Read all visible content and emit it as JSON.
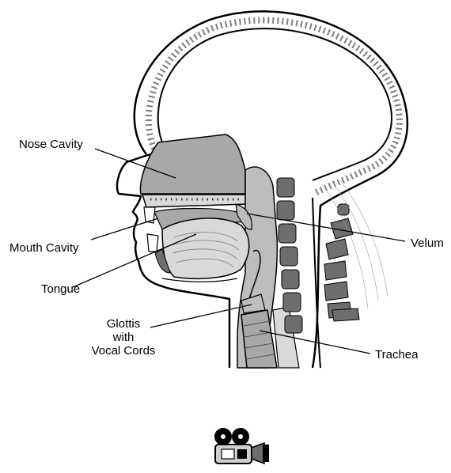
{
  "diagram": {
    "labels": {
      "nose_cavity": "Nose Cavity",
      "mouth_cavity": "Mouth Cavity",
      "tongue": "Tongue",
      "glottis_line1": "Glottis",
      "glottis_line2": "with",
      "glottis_line3": "Vocal Cords",
      "velum": "Velum",
      "trachea": "Trachea"
    },
    "colors": {
      "outline": "#000000",
      "cavity_fill": "#a8a8a8",
      "tissue_fill": "#d9d9d9",
      "bone_fill": "#6e6e6e",
      "background": "#ffffff"
    }
  },
  "footer": {
    "icon": "movie-camera-icon"
  }
}
